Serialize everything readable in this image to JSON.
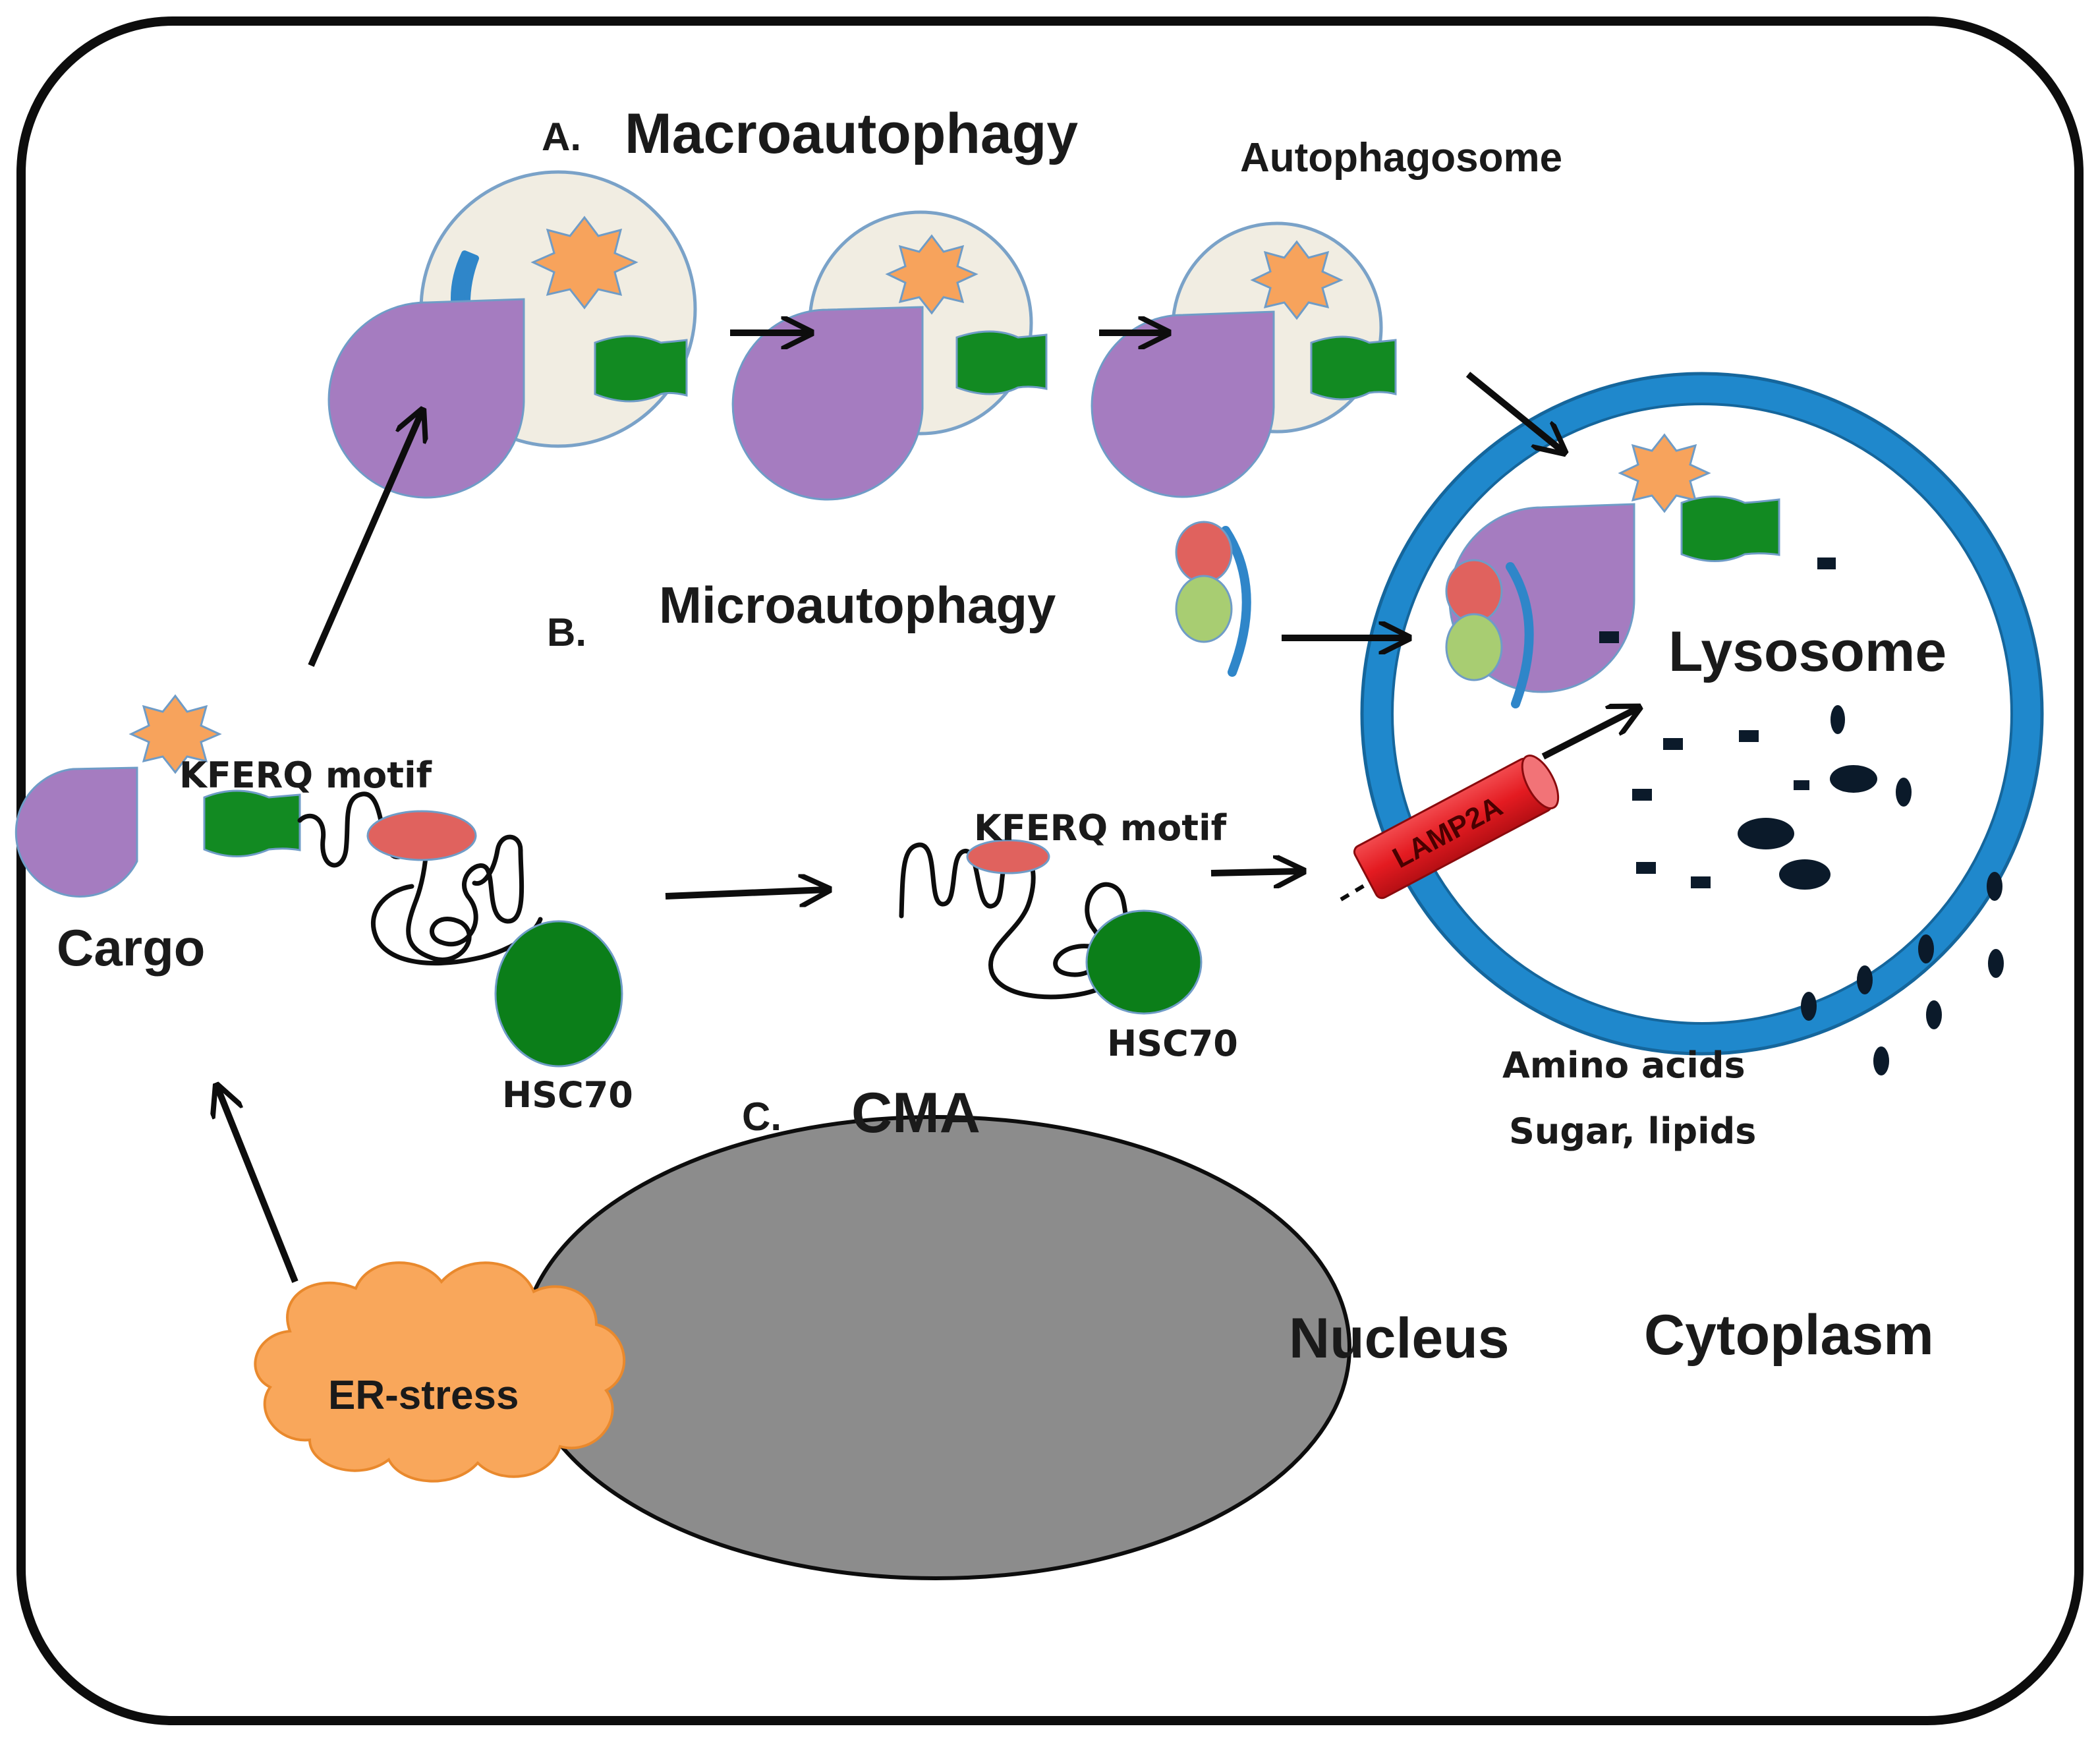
{
  "labels": {
    "macro_letter": "A.",
    "macro_title": "Macroautophagy",
    "autophagosome": "Autophagosome",
    "micro_letter": "B.",
    "micro_title": "Microautophagy",
    "lysosome": "Lysosome",
    "cma_letter": "C.",
    "cma_title": "CMA",
    "cargo": "Cargo",
    "kferq_1": "KFERQ motif",
    "kferq_2": "KFERQ motif",
    "hsc70_1": "HSC70",
    "hsc70_2": "HSC70",
    "lamp2a": "LAMP2A",
    "products_1": "Amino acids",
    "products_2": "Sugar, lipids",
    "nucleus": "Nucleus",
    "cytoplasm": "Cytoplasm",
    "er_stress": "ER-stress"
  },
  "colors": {
    "cell_border": "#0d0d0d",
    "vesicle_fill": "#f1ede2",
    "vesicle_stroke": "#7aa2c8",
    "cargo_purple": "#a57cc0",
    "star_orange": "#f7a35c",
    "wave_green": "#128a22",
    "phagophore_blue": "#2f86c9",
    "lysosome_ring": "#1f88cc",
    "red_ellipse": "#e0625e",
    "light_green": "#a8cd72",
    "hsc70_green": "#0b7e19",
    "lamp2a_red": "#ee1c22",
    "nucleus_gray": "#8c8c8c",
    "er_orange": "#f9a75b",
    "particle_dark": "#0b1a2a"
  }
}
